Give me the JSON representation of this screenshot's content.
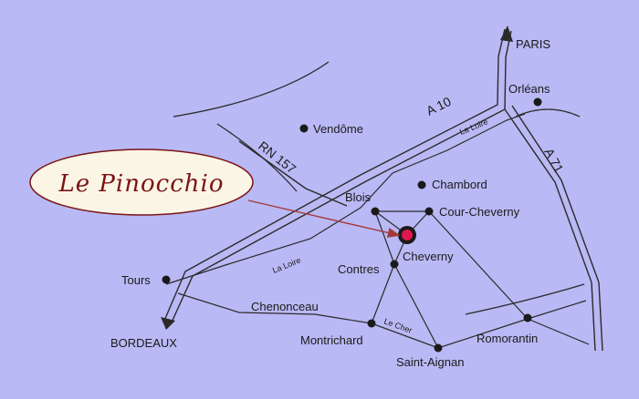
{
  "colors": {
    "background": "#b9b9f5",
    "line": "#2a2a2a",
    "marker": "#e0174f",
    "arrow": "#a33a3a",
    "logo_fill": "#fbf5e6",
    "logo_text": "#7a1414"
  },
  "logo": {
    "text": "Le Pinocchio"
  },
  "places": {
    "paris": "PARIS",
    "orleans": "Orléans",
    "vendome": "Vendôme",
    "chambord": "Chambord",
    "blois": "Blois",
    "cour_cheverny": "Cour-Cheverny",
    "cheverny": "Cheverny",
    "contres": "Contres",
    "tours": "Tours",
    "chenonceau": "Chenonceau",
    "montrichard": "Montrichard",
    "saint_aignan": "Saint-Aignan",
    "romorantin": "Romorantin",
    "bordeaux": "BORDEAUX"
  },
  "roads": {
    "a10": "A 10",
    "a71": "A 71",
    "rn157": "RN 157"
  },
  "rivers": {
    "loire_north": "La Loire",
    "loire_south": "La Loire",
    "cher": "Le Cher"
  }
}
